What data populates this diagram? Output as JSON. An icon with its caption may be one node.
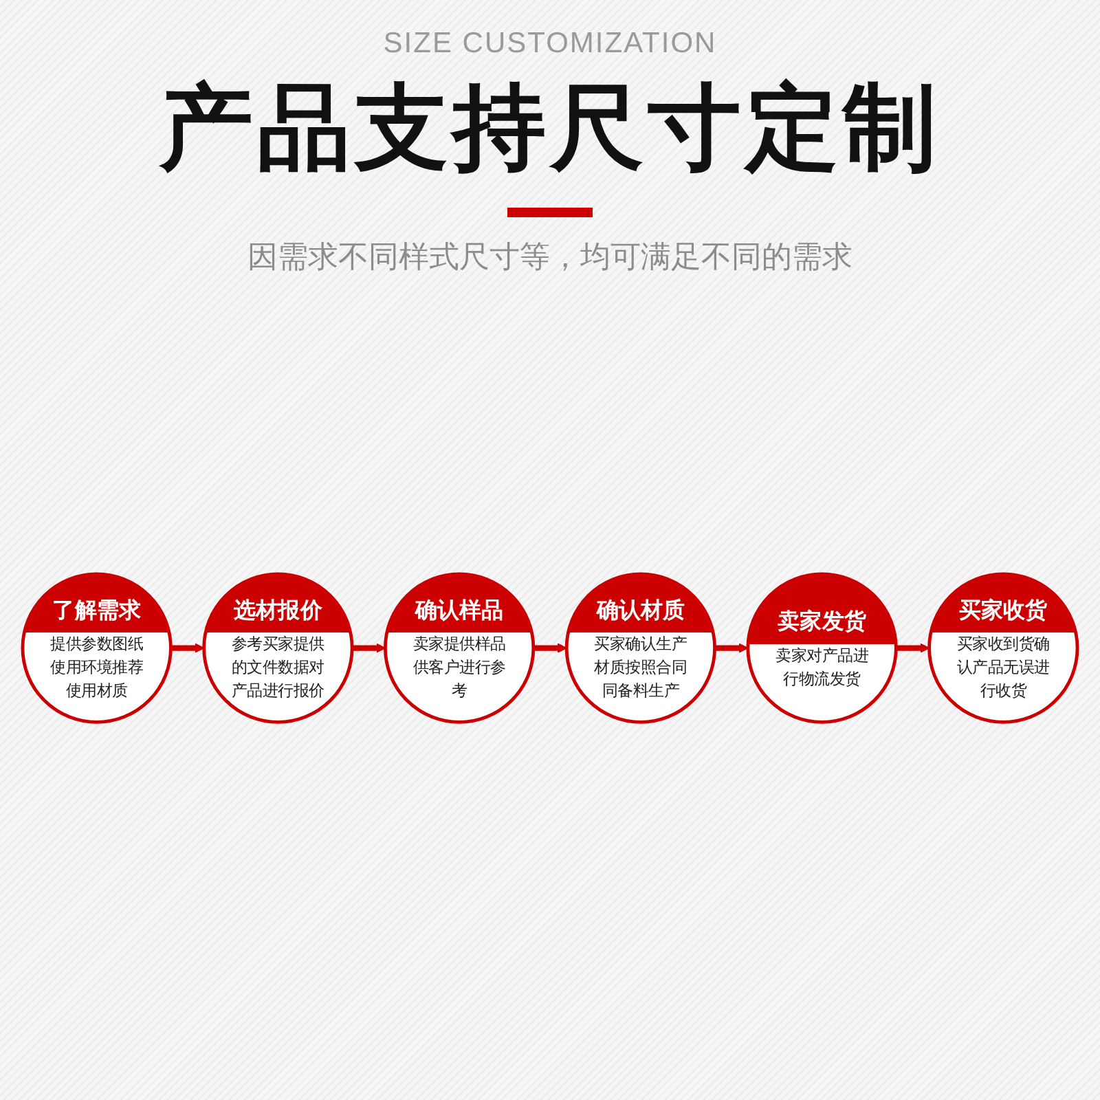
{
  "diagram": {
    "title": "产品支持尺寸定制",
    "nodes": [
      {
        "text": [
          "了解需求",
          "提供参数图纸使用环境推荐使用材质"
        ]
      },
      {
        "text": [
          "选材报价",
          "参考买家提供的文件数据对产品进行报价"
        ]
      },
      {
        "text": [
          "确认样品",
          "卖家提供样品供客户进行参考"
        ]
      },
      {
        "text": [
          "买家收货",
          "买家收到货确认产品无误进行收货"
        ]
      },
      {
        "text": [
          "卖家发货",
          "卖家对产品进行物流发货"
        ]
      },
      {
        "text": [
          "确认材质",
          "买家确认生产材质按照合同同备料生产"
        ]
      }
    ],
    "edges": [
      {
        "from": 0,
        "to": 1,
        "arrow": "to"
      },
      {
        "from": 1,
        "to": 2,
        "arrow": "to"
      },
      {
        "from": 2,
        "to": 5,
        "arrow": "to"
      },
      {
        "from": 5,
        "to": 4,
        "arrow": "to"
      },
      {
        "from": 4,
        "to": 3,
        "arrow": "to"
      }
    ],
    "labels": [
      "SIZE CUSTOMIZATION",
      "因需求不同样式尺寸等，均可满足不同的需求"
    ]
  }
}
